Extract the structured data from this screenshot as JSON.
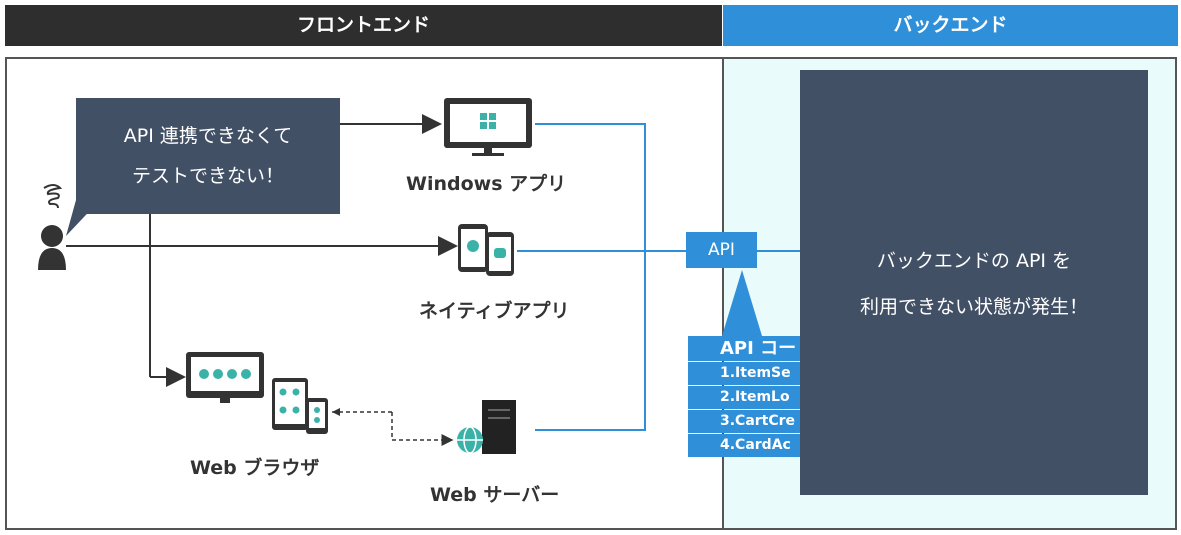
{
  "headers": {
    "frontend": "フロントエンド",
    "backend": "バックエンド"
  },
  "bubble": {
    "line1": "API 連携できなくて",
    "line2": "テストできない！"
  },
  "nodes": {
    "windows": "Windows アプリ",
    "native": "ネイティブアプリ",
    "browser": "Web ブラウザ",
    "server": "Web サーバー"
  },
  "api": {
    "label": "API"
  },
  "api_codes": {
    "title": "API コー",
    "items": [
      "1.ItemSe",
      "2.ItemLo",
      "3.CartCre",
      "4.CardAc"
    ]
  },
  "overlay": {
    "line1": "バックエンドの API を",
    "line2": "利用できない状態が発生！"
  },
  "colors": {
    "dark_header": "#2e2e2e",
    "accent_blue": "#2f8fd9",
    "navy_box": "#425066",
    "backend_bg": "#e9fcfb"
  }
}
